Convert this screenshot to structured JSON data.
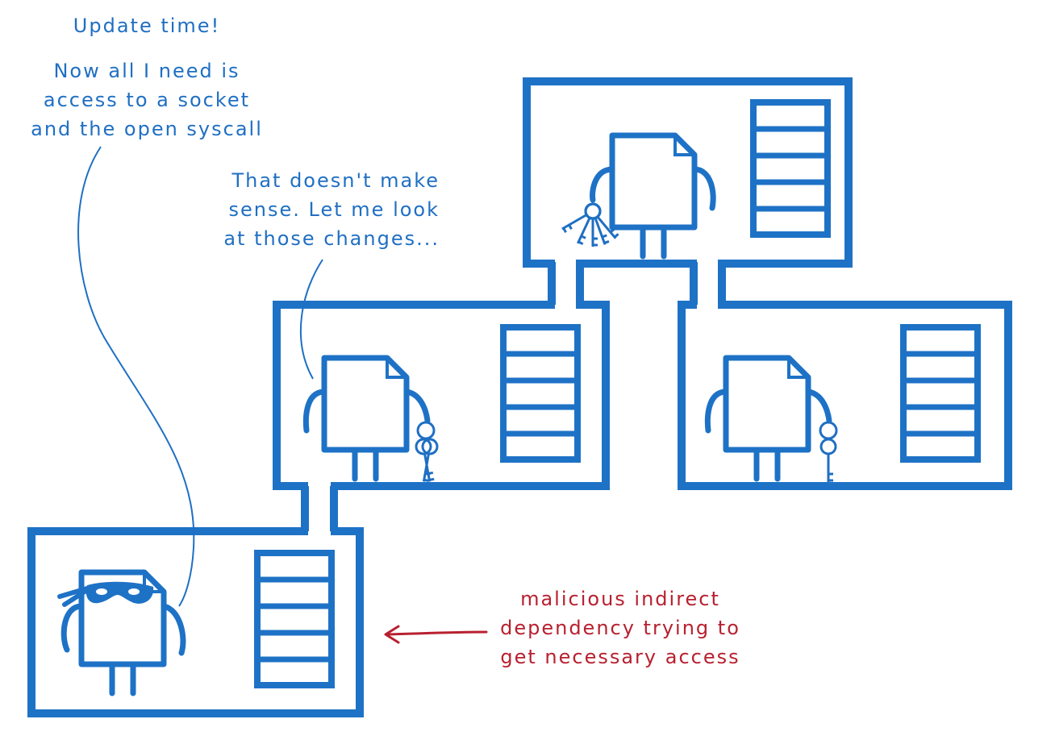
{
  "colors": {
    "wall": "#1e72c6",
    "line": "#1f6fc3",
    "accent": "#b8202f"
  },
  "speech_top": {
    "line1": "Update time!",
    "line2": "Now all I need is",
    "line3": "access to a socket",
    "line4": "and the open syscall"
  },
  "speech_middle": {
    "line1": "That doesn't make",
    "line2": "sense. Let me look",
    "line3": "at those changes..."
  },
  "annotation": {
    "line1": "malicious indirect",
    "line2": "dependency trying to",
    "line3": "get necessary access"
  },
  "icons": {
    "character": "document-icon",
    "mask": "bandit-mask-icon",
    "key": "key-icon",
    "keyring": "keyring-icon",
    "shelf": "bookshelf-icon",
    "arrow": "arrow-left-icon"
  }
}
